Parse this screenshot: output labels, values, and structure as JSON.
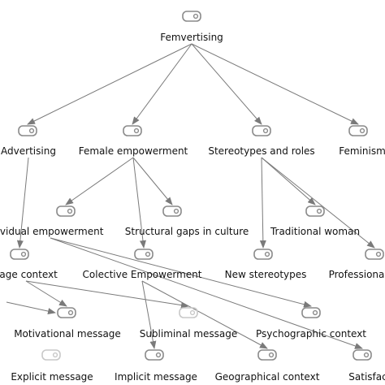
{
  "colors": {
    "icon_stroke": "#8a8a8a",
    "icon_faded": "#c8c8c8",
    "edge": "#7a7a7a",
    "text": "#111111"
  },
  "nodes": {
    "femvertising": {
      "label": "Femvertising",
      "icon": "code-tag-icon"
    },
    "advertising": {
      "label": "Advertising",
      "icon": "code-tag-icon"
    },
    "female_empowerment": {
      "label": "Female empowerment",
      "icon": "code-tag-icon"
    },
    "stereotypes_roles": {
      "label": "Stereotypes and roles",
      "icon": "code-tag-icon"
    },
    "feminism": {
      "label": "Feminism",
      "icon": "code-tag-icon"
    },
    "individual_empowerment": {
      "label": "ividual empowerment",
      "icon": "code-tag-icon"
    },
    "structural_gaps": {
      "label": "Structural gaps in culture",
      "icon": "code-tag-icon"
    },
    "traditional_woman": {
      "label": "Traditional woman",
      "icon": "code-tag-icon"
    },
    "message_context": {
      "label": "sage context",
      "icon": "code-tag-icon"
    },
    "colective_empowerment": {
      "label": "Colective Empowerment",
      "icon": "code-tag-icon"
    },
    "new_stereotypes": {
      "label": "New stereotypes",
      "icon": "code-tag-icon"
    },
    "professional": {
      "label": "Professiona",
      "icon": "code-tag-icon"
    },
    "motivational_message": {
      "label": "Motivational message",
      "icon": "code-tag-icon"
    },
    "subliminal_message": {
      "label": "Subliminal message",
      "icon": "code-tag-icon"
    },
    "psychographic_context": {
      "label": "Psychographic context",
      "icon": "code-tag-icon"
    },
    "explicit_message": {
      "label": "Explicit message",
      "icon": "code-tag-icon"
    },
    "implicit_message": {
      "label": "Implicit message",
      "icon": "code-tag-icon"
    },
    "geographical_context": {
      "label": "Geographical context",
      "icon": "code-tag-icon"
    },
    "satisfaction": {
      "label": "Satisfac",
      "icon": "code-tag-icon"
    }
  },
  "edges": [
    [
      "femvertising",
      "advertising"
    ],
    [
      "femvertising",
      "female_empowerment"
    ],
    [
      "femvertising",
      "stereotypes_roles"
    ],
    [
      "femvertising",
      "feminism"
    ],
    [
      "female_empowerment",
      "individual_empowerment"
    ],
    [
      "female_empowerment",
      "structural_gaps"
    ],
    [
      "female_empowerment",
      "colective_empowerment"
    ],
    [
      "stereotypes_roles",
      "traditional_woman"
    ],
    [
      "stereotypes_roles",
      "new_stereotypes"
    ],
    [
      "stereotypes_roles",
      "professional"
    ],
    [
      "advertising",
      "message_context"
    ],
    [
      "message_context",
      "motivational_message"
    ],
    [
      "message_context",
      "subliminal_message"
    ],
    [
      "colective_empowerment",
      "implicit_message"
    ],
    [
      "colective_empowerment",
      "geographical_context"
    ],
    [
      "individual_empowerment",
      "psychographic_context"
    ],
    [
      "individual_empowerment",
      "satisfaction"
    ]
  ]
}
